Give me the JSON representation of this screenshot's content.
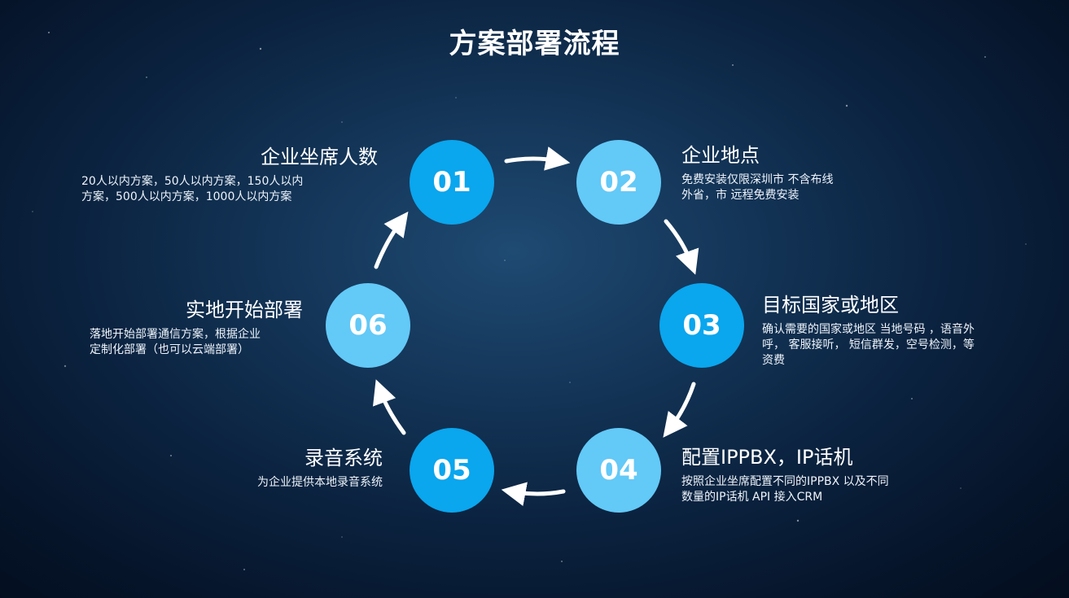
{
  "title": "方案部署流程",
  "colors": {
    "node_dark": "#0aa6ee",
    "node_light": "#63c9f7",
    "arrow": "#ffffff"
  },
  "steps": [
    {
      "num": "01",
      "title": "企业坐席人数",
      "lines": [
        "20人以内方案，50人以内方案，150人以内",
        "方案，500人以内方案，1000人以内方案"
      ]
    },
    {
      "num": "02",
      "title": "企业地点",
      "lines": [
        "免费安装仅限深圳市 不含布线",
        "外省，市 远程免费安装"
      ]
    },
    {
      "num": "03",
      "title": "目标国家或地区",
      "lines": [
        "确认需要的国家或地区 当地号码 ，语音外",
        "呼， 客服接听， 短信群发，空号检测，等",
        "资费"
      ]
    },
    {
      "num": "04",
      "title": "配置IPPBX，IP话机",
      "lines": [
        "按照企业坐席配置不同的IPPBX 以及不同",
        "数量的IP话机 API 接入CRM"
      ]
    },
    {
      "num": "05",
      "title": "录音系统",
      "lines": [
        "为企业提供本地录音系统"
      ]
    },
    {
      "num": "06",
      "title": "实地开始部署",
      "lines": [
        "落地开始部署通信方案，根据企业",
        "定制化部署（也可以云端部署）"
      ]
    }
  ]
}
